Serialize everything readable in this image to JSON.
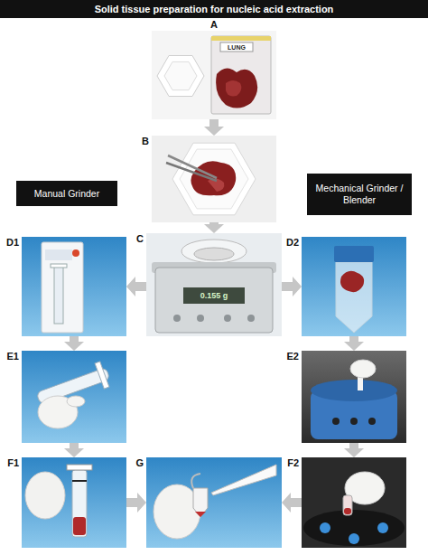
{
  "diagram": {
    "title": "Solid tissue preparation for nucleic acid extraction",
    "nodes": [
      {
        "text": [
          "A"
        ]
      },
      {
        "text": [
          "B"
        ]
      },
      {
        "text": [
          "C"
        ]
      },
      {
        "text": [
          "Manual Grinder"
        ]
      },
      {
        "text": [
          "D1"
        ]
      },
      {
        "text": [
          "E1"
        ]
      },
      {
        "text": [
          "F1"
        ]
      },
      {
        "text": [
          "Mechanical Grinder / Blender"
        ]
      },
      {
        "text": [
          "D2"
        ]
      },
      {
        "text": [
          "E2"
        ]
      },
      {
        "text": [
          "F2"
        ]
      },
      {
        "text": [
          "G"
        ]
      }
    ],
    "edges": [
      {
        "from": 0,
        "to": 1,
        "arrow": "to"
      },
      {
        "from": 1,
        "to": 2,
        "arrow": "to"
      },
      {
        "from": 2,
        "to": 4,
        "arrow": "to"
      },
      {
        "from": 2,
        "to": 8,
        "arrow": "to"
      },
      {
        "from": 4,
        "to": 5,
        "arrow": "to"
      },
      {
        "from": 5,
        "to": 6,
        "arrow": "to"
      },
      {
        "from": 6,
        "to": 11,
        "arrow": "to"
      },
      {
        "from": 8,
        "to": 9,
        "arrow": "to"
      },
      {
        "from": 9,
        "to": 10,
        "arrow": "to"
      },
      {
        "from": 10,
        "to": 11,
        "arrow": "to"
      }
    ],
    "labels": [
      "LUNG",
      "0.155 g"
    ]
  }
}
